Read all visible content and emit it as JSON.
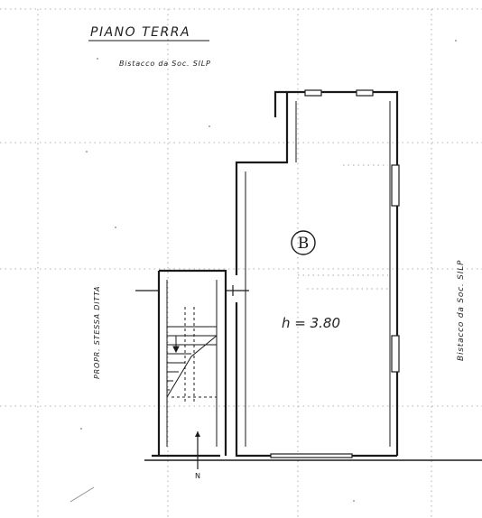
{
  "drawing": {
    "title": "PIANO TERRA",
    "top_note": "Bistacco da Soc. SILP",
    "right_note": "Bistacco da Soc. SILP",
    "left_note": "PROPR. STESSA DITTA",
    "unit_label": "B",
    "height_label": "h = 3.80",
    "north_mark": "N"
  },
  "colors": {
    "ink": "#1a1a1a",
    "faint": "#8a8a8a",
    "paper": "#ffffff"
  }
}
